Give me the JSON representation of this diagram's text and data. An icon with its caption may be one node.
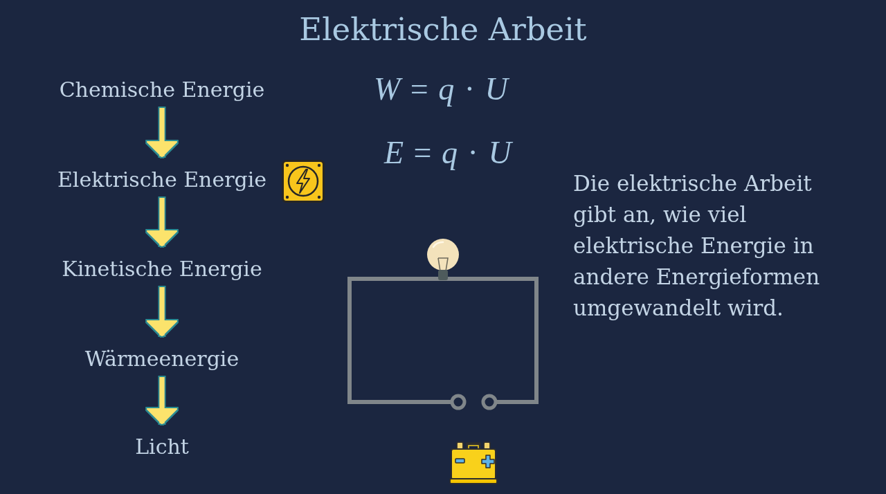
{
  "diagram": {
    "title": "Elektrische Arbeit",
    "nodes": [
      {
        "text": [
          "Chemische Energie"
        ]
      },
      {
        "text": [
          "Elektrische Energie"
        ]
      },
      {
        "text": [
          "Kinetische Energie"
        ]
      },
      {
        "text": [
          "Wärmeenergie"
        ]
      },
      {
        "text": [
          "Licht"
        ]
      }
    ],
    "edges": [
      {
        "from": 0,
        "to": 1,
        "arrow": "to"
      },
      {
        "from": 1,
        "to": 2,
        "arrow": "to"
      },
      {
        "from": 2,
        "to": 3,
        "arrow": "to"
      },
      {
        "from": 3,
        "to": 4,
        "arrow": "to"
      }
    ],
    "labels": [
      "*W* = *q* · *U*",
      "*E* = *q* · *U*",
      "Die elektrische Arbeit gibt an, wie viel elektrische Energie in andere Energieformen umgewandelt wird."
    ]
  }
}
